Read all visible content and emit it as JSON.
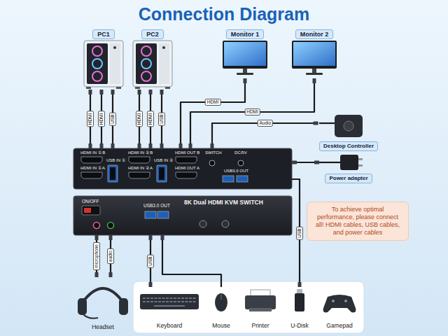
{
  "diagram": {
    "title": "Connection Diagram",
    "nodes": [
      {
        "text": [
          "PC1"
        ]
      },
      {
        "text": [
          "PC2"
        ]
      },
      {
        "text": [
          "Monitor 1"
        ]
      },
      {
        "text": [
          "Monitor 2"
        ]
      },
      {
        "text": [
          "Desktop Controller"
        ]
      },
      {
        "text": [
          "HDMI IN ① B",
          "HDMI IN ① A",
          "USB IN ①",
          "HDMI IN ② B",
          "HDMI IN ② A",
          "USB IN ②",
          "HDMI OUT B",
          "HDMI OUT A",
          "SWITCH",
          "DC/5V",
          "USB3.0 OUT"
        ]
      },
      {
        "text": [
          "Power adapter"
        ]
      },
      {
        "text": [
          "ON/OFF",
          "8K Dual HDMI KVM SWITCH",
          "USB3.0 OUT"
        ]
      },
      {
        "text": [
          "To achieve optimal performance, please connect all! HDMI cables, USB cables, and power cables"
        ]
      },
      {
        "text": [
          "Headset"
        ]
      },
      {
        "text": [
          "Keyboard"
        ]
      },
      {
        "text": [
          "Mouse"
        ]
      },
      {
        "text": [
          "Printer"
        ]
      },
      {
        "text": [
          "U-Disk"
        ]
      },
      {
        "text": [
          "Gamepad"
        ]
      }
    ],
    "edges": [
      {
        "from": 0,
        "to": 5,
        "label": "HDMI",
        "arrow": "none"
      },
      {
        "from": 0,
        "to": 5,
        "label": "HDMI",
        "arrow": "none"
      },
      {
        "from": 0,
        "to": 5,
        "label": "USB",
        "arrow": "none"
      },
      {
        "from": 1,
        "to": 5,
        "label": "HDMI",
        "arrow": "none"
      },
      {
        "from": 1,
        "to": 5,
        "label": "HDMI",
        "arrow": "none"
      },
      {
        "from": 1,
        "to": 5,
        "label": "USB",
        "arrow": "none"
      },
      {
        "from": 5,
        "to": 2,
        "label": "HDMI",
        "arrow": "none"
      },
      {
        "from": 5,
        "to": 3,
        "label": "HDMI",
        "arrow": "none"
      },
      {
        "from": 5,
        "to": 4,
        "label": "Audio",
        "arrow": "none"
      },
      {
        "from": 6,
        "to": 5,
        "arrow": "none"
      },
      {
        "from": 5,
        "to": 13,
        "label": "USB",
        "arrow": "none"
      },
      {
        "from": 7,
        "to": 9,
        "label": "microphone",
        "arrow": "none"
      },
      {
        "from": 7,
        "to": 9,
        "label": "audio",
        "arrow": "none"
      },
      {
        "from": 7,
        "to": 10,
        "label": "USB",
        "arrow": "none"
      },
      {
        "from": 7,
        "to": 11,
        "arrow": "none"
      }
    ]
  }
}
